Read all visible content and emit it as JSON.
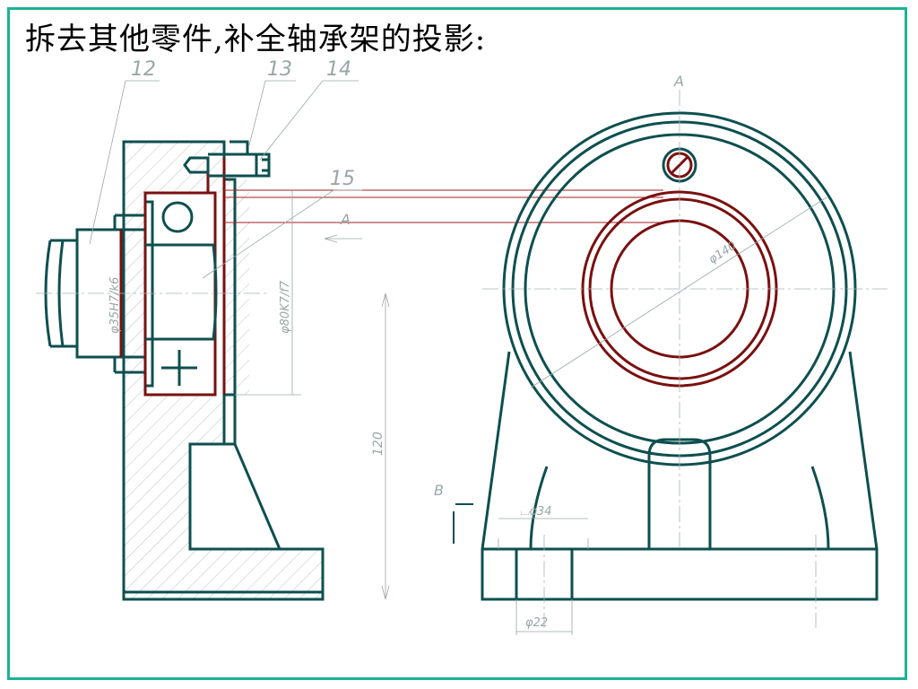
{
  "title": "拆去其他零件,补全轴承架的投影:",
  "labels": {
    "part12": "12",
    "part13": "13",
    "part14": "14",
    "part15": "15",
    "view_a_top": "A",
    "view_a_side": "A",
    "view_b": "B"
  },
  "dimensions": {
    "shaft_fit": "φ35H7/k6",
    "housing_fit": "φ80K7/f7",
    "height": "120",
    "outer_dia": "φ140",
    "counterbore": "⌴φ34",
    "hole": "φ22"
  },
  "colors": {
    "frame": "#1bb394",
    "outline": "#0e4f4f",
    "answer": "#7a1010",
    "annotation": "#9aa6a6"
  }
}
